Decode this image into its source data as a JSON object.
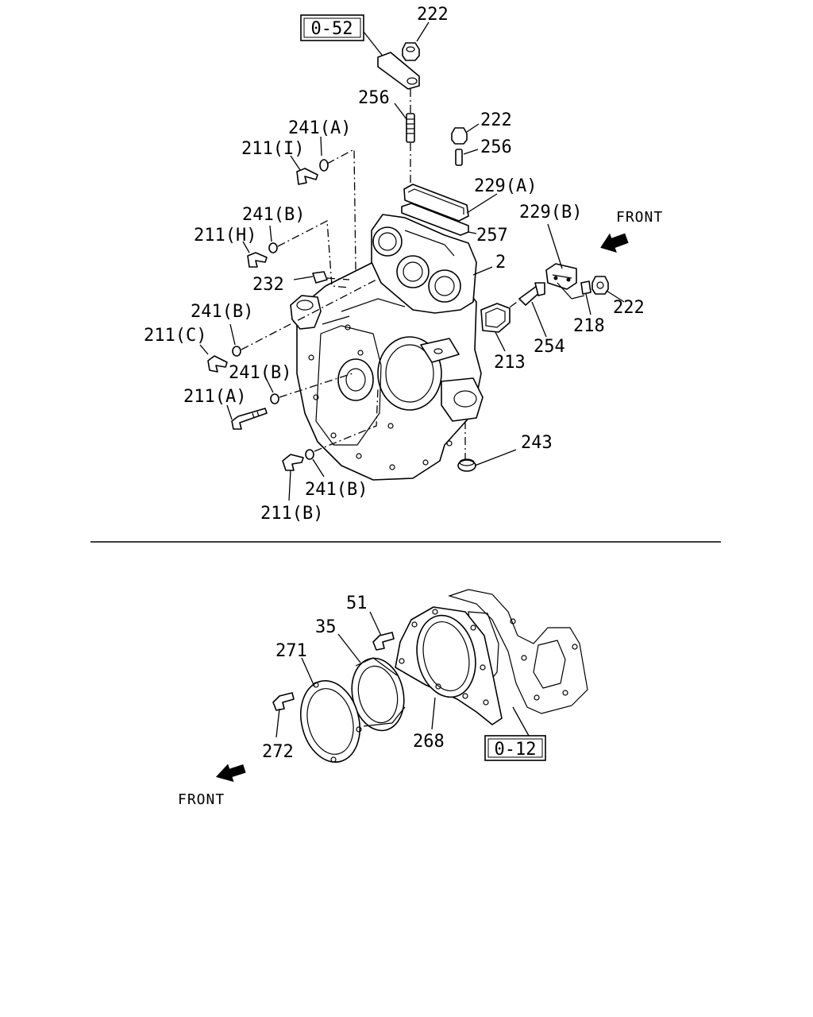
{
  "ref_boxes": {
    "top": "0-52",
    "bottom": "0-12"
  },
  "front": {
    "top": "FRONT",
    "bottom": "FRONT"
  },
  "labels": {
    "l222a": "222",
    "l256a": "256",
    "l222b": "222",
    "l256b": "256",
    "l241A": "241(A)",
    "l211I": "211(I)",
    "l229A": "229(A)",
    "l229B": "229(B)",
    "l241B1": "241(B)",
    "l211H": "211(H)",
    "l257": "257",
    "l2": "2",
    "l232": "232",
    "l241B2": "241(B)",
    "l211C": "211(C)",
    "l218": "218",
    "l222c": "222",
    "l254": "254",
    "l213": "213",
    "l241B3": "241(B)",
    "l211A": "211(A)",
    "l243": "243",
    "l241B4": "241(B)",
    "l211B": "211(B)",
    "l51": "51",
    "l35": "35",
    "l271": "271",
    "l272": "272",
    "l268": "268"
  }
}
